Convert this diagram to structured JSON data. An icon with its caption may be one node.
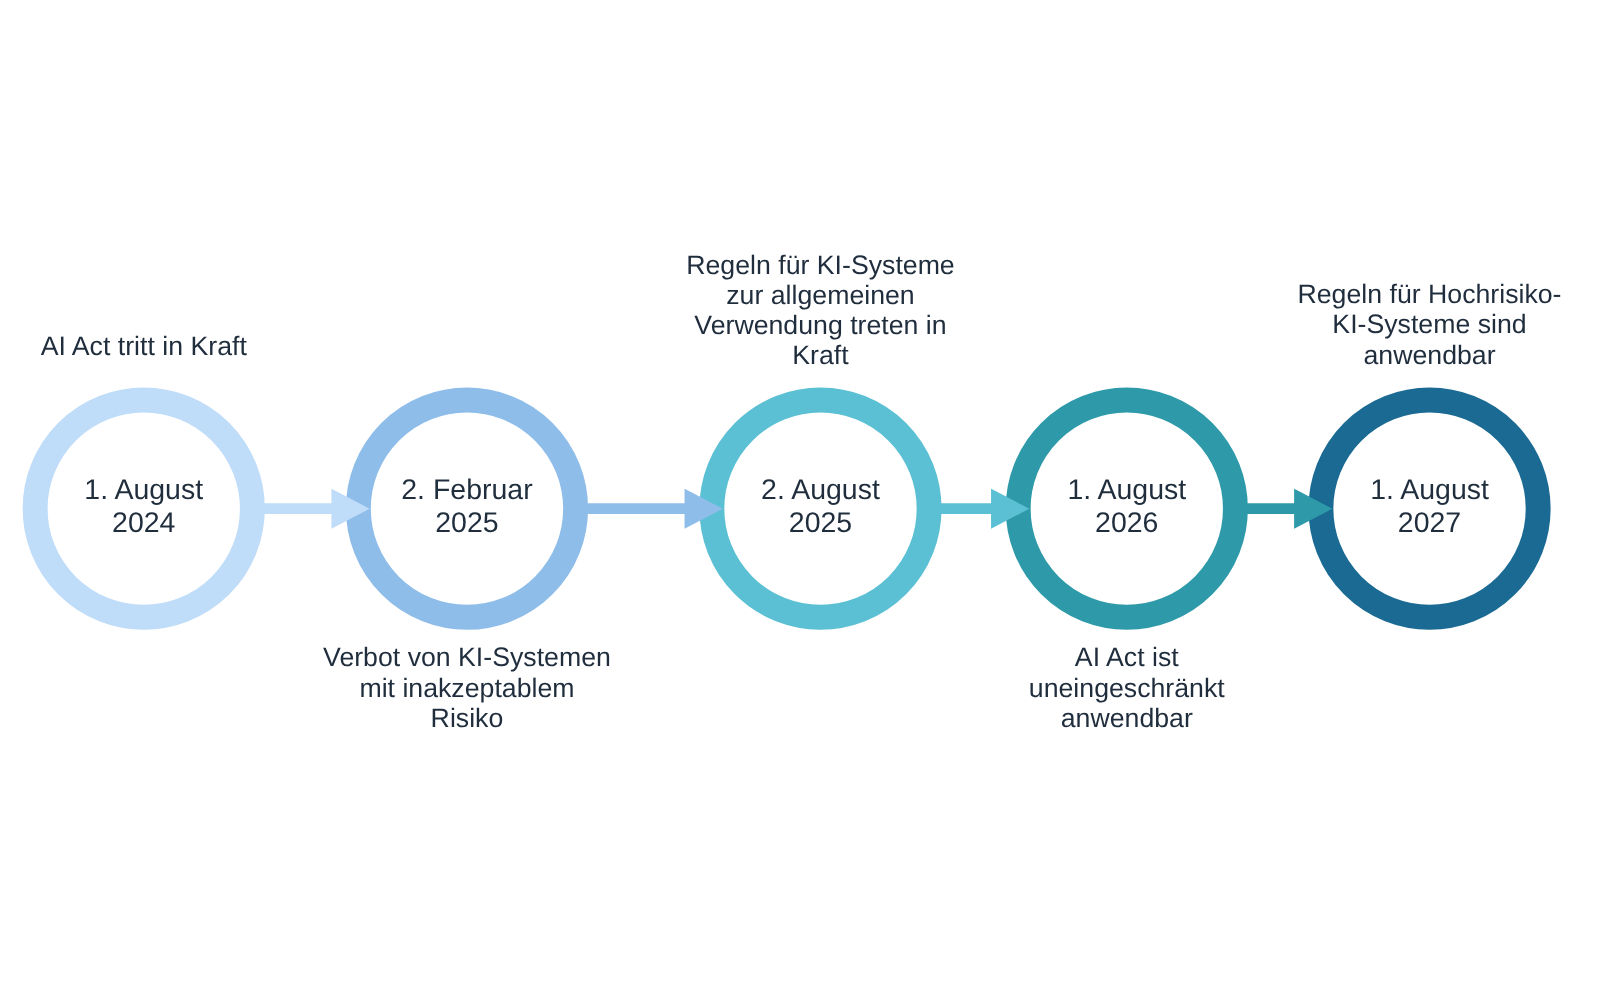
{
  "diagram": {
    "nodes": [
      {
        "text": [
          "1. August 2024"
        ],
        "beside": [
          "AI Act tritt in Kraft"
        ]
      },
      {
        "text": [
          "2. Februar 2025"
        ],
        "beside": [
          "Verbot von KI-Systemen mit inakzeptablem Risiko"
        ]
      },
      {
        "text": [
          "2. August 2025"
        ],
        "beside": [
          "Regeln für KI-Systeme zur allgemeinen Verwendung treten in Kraft"
        ]
      },
      {
        "text": [
          "1. August 2026"
        ],
        "beside": [
          "AI Act ist uneingeschränkt anwendbar"
        ]
      },
      {
        "text": [
          "1. August 2027"
        ],
        "beside": [
          "Regeln für Hochrisiko-KI-Systeme sind anwendbar"
        ]
      }
    ],
    "edges": [
      {
        "from": 0,
        "to": 1,
        "arrow": "to",
        "color": "#bfdcf9"
      },
      {
        "from": 1,
        "to": 2,
        "arrow": "to",
        "color": "#8fbdea"
      },
      {
        "from": 2,
        "to": 3,
        "arrow": "to",
        "color": "#5bc0d3"
      },
      {
        "from": 3,
        "to": 4,
        "arrow": "to",
        "color": "#2e9aa9"
      }
    ]
  }
}
